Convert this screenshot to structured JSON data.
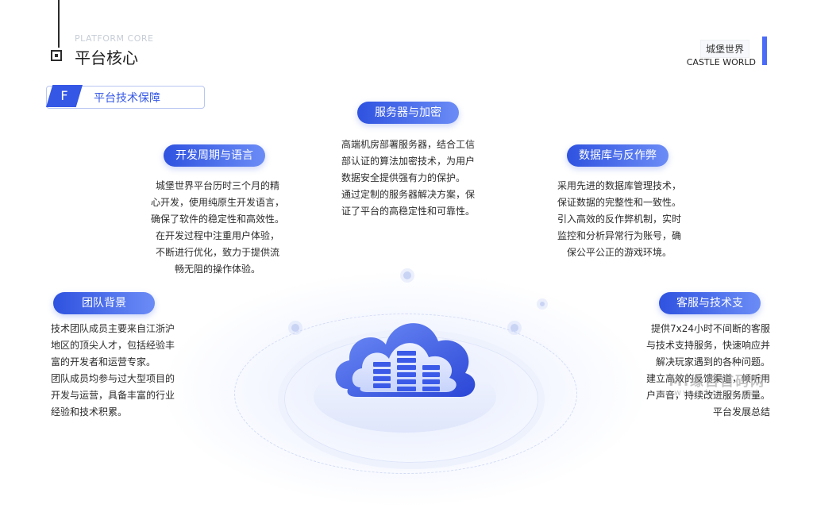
{
  "header": {
    "section_en": "PLATFORM CORE",
    "section_zh": "平台核心",
    "brand_zh": "城堡世界",
    "brand_en": "CASTLE WORLD"
  },
  "tag": {
    "letter": "F",
    "label": "平台技术保障"
  },
  "cards": {
    "server": {
      "title": "服务器与加密",
      "text": "高端机房部署服务器，结合工信\n部认证的算法加密技术，为用户\n数据安全提供强有力的保护。\n通过定制的服务器解决方案，保\n证了平台的高稳定性和可靠性。"
    },
    "dev": {
      "title": "开发周期与语言",
      "text": "城堡世界平台历时三个月的精\n心开发，使用纯原生开发语言，\n确保了软件的稳定性和高效性。\n在开发过程中注重用户体验，\n不断进行优化，致力于提供流\n畅无阻的操作体验。"
    },
    "db": {
      "title": "数据库与反作弊",
      "text": "采用先进的数据库管理技术，\n保证数据的完整性和一致性。\n引入高效的反作弊机制，实时\n监控和分析异常行为账号，确\n保公平公正的游戏环境。"
    },
    "team": {
      "title": "团队背景",
      "text": "技术团队成员主要来自江浙沪\n地区的顶尖人才，包括经验丰\n富的开发者和运营专家。\n团队成员均参与过大型项目的\n开发与运营，具备丰富的行业\n经验和技术积累。"
    },
    "support": {
      "title": "客服与技术支",
      "text": "提供7x24小时不间断的客服\n与技术支持服务，快速响应并\n解决玩家遇到的各种问题。\n建立高效的反馈渠道，倾听用\n户声音，持续改进服务质量。\n平台发展总结"
    }
  },
  "watermark": {
    "line1": "Mi缘自首码网",
    "line2": "www.miyuan.net"
  },
  "colors": {
    "accent": "#3557e6",
    "accent_light": "#6b8cf6",
    "text": "#2c2c2c"
  }
}
